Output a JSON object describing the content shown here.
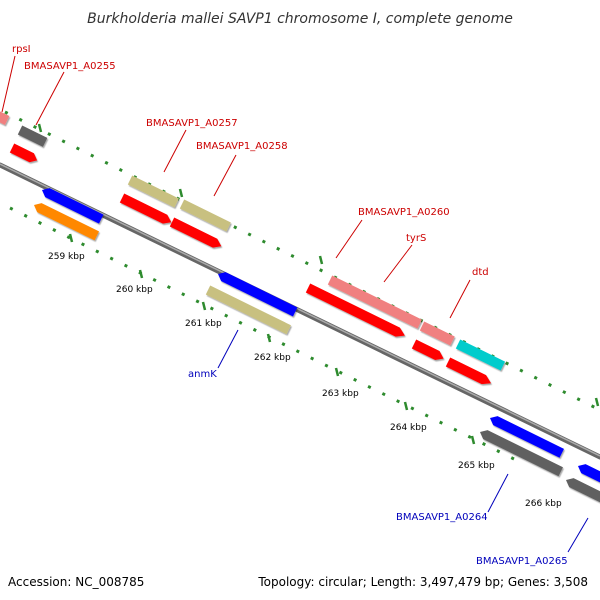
{
  "title": "Burkholderia mallei SAVP1 chromosome I, complete genome",
  "accession": "Accession: NC_008785",
  "topology": "Topology: circular; Length: 3,497,479 bp; Genes: 3,508",
  "colors": {
    "backbone": "#888888",
    "tick": "#2e8b2e",
    "red": "#ff0000",
    "pink": "#f08080",
    "olive": "#c8c080",
    "blue": "#0000ff",
    "orange": "#ff8800",
    "gray": "#606060",
    "cyan": "#00cccc",
    "label_red": "#cc0000",
    "label_blue": "#0000bb"
  },
  "kbp_labels": [
    "259 kbp",
    "260 kbp",
    "261 kbp",
    "262 kbp",
    "263 kbp",
    "264 kbp",
    "265 kbp",
    "266 kbp"
  ],
  "gene_labels": {
    "rpsI": "rpsI",
    "a0255": "BMASAVP1_A0255",
    "a0257": "BMASAVP1_A0257",
    "a0258": "BMASAVP1_A0258",
    "a0260": "BMASAVP1_A0260",
    "tyrS": "tyrS",
    "dtd": "dtd",
    "anmK": "anmK",
    "a0264": "BMASAVP1_A0264",
    "a0265": "BMASAVP1_A0265"
  }
}
